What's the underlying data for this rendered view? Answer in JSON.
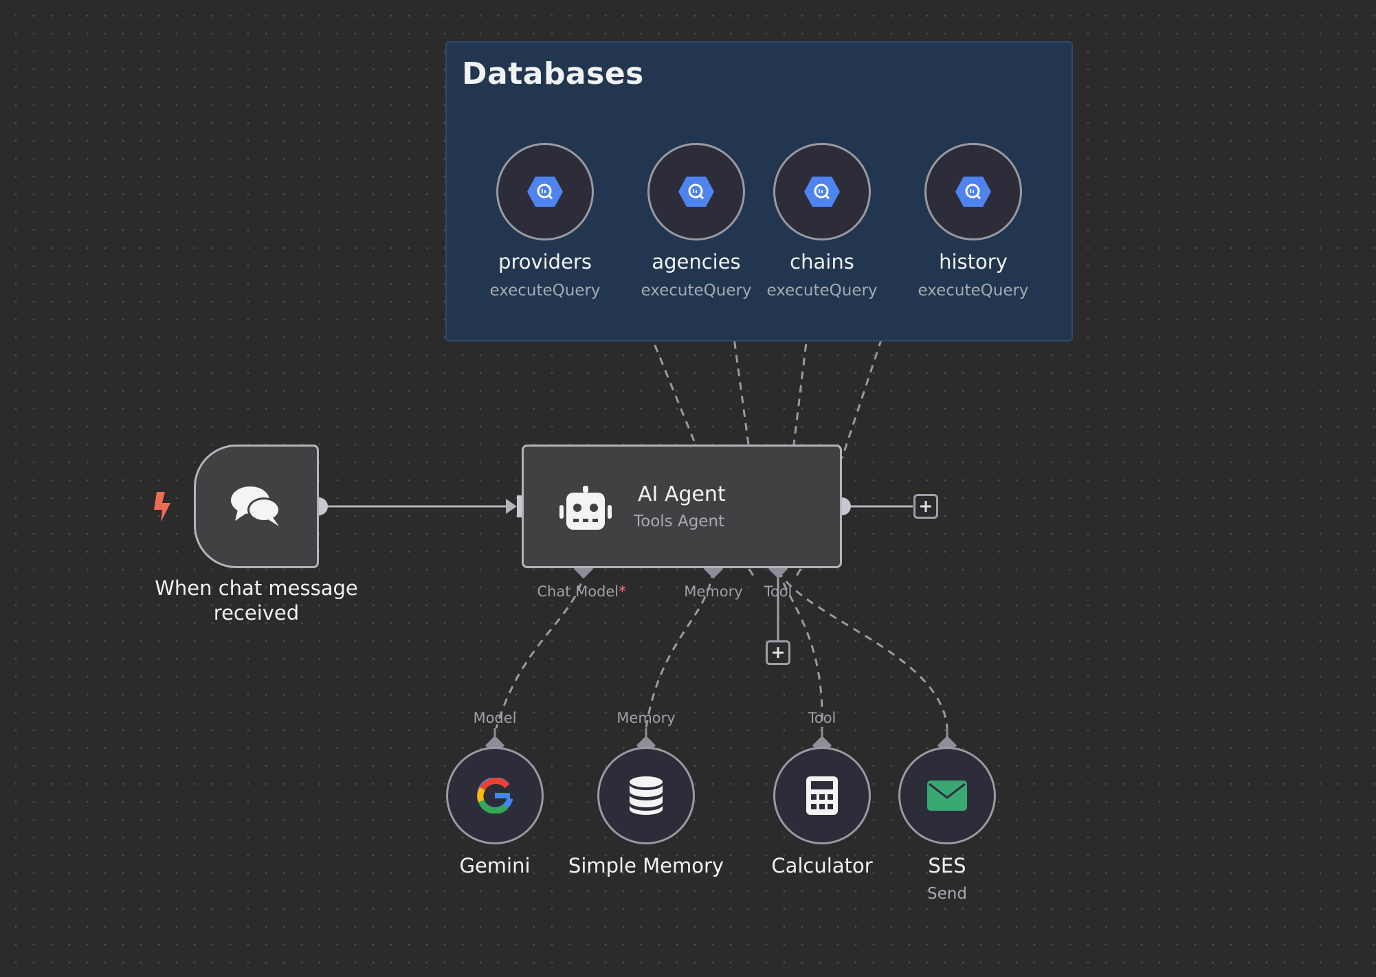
{
  "sticky": {
    "title": "Databases"
  },
  "database_nodes": [
    {
      "label": "providers",
      "sub": "executeQuery",
      "icon": "bigquery-icon"
    },
    {
      "label": "agencies",
      "sub": "executeQuery",
      "icon": "bigquery-icon"
    },
    {
      "label": "chains",
      "sub": "executeQuery",
      "icon": "bigquery-icon"
    },
    {
      "label": "history",
      "sub": "executeQuery",
      "icon": "bigquery-icon"
    }
  ],
  "trigger": {
    "label": "When chat message received",
    "icon": "chat-bubbles-icon",
    "trigger_icon": "lightning-bolt-icon"
  },
  "agent": {
    "title": "AI Agent",
    "sub": "Tools Agent",
    "icon": "robot-icon",
    "ports": {
      "chat_model": "Chat Model",
      "required_mark": "*",
      "memory": "Memory",
      "tool": "Tool"
    }
  },
  "sub_nodes": [
    {
      "label": "Gemini",
      "port": "Model",
      "icon": "google-g-icon"
    },
    {
      "label": "Simple Memory",
      "port": "Memory",
      "icon": "database-stack-icon"
    },
    {
      "label": "Calculator",
      "port": "Tool",
      "icon": "calculator-icon"
    },
    {
      "label": "SES",
      "sub": "Send",
      "port": "",
      "icon": "envelope-icon"
    }
  ],
  "colors": {
    "canvas_bg": "#2b2b2c",
    "sticky_bg": "#22364f",
    "node_bg": "#414144",
    "circle_bg": "#2d2d3a",
    "bigquery_blue": "#4f84f0",
    "ses_green": "#3aa873",
    "bolt": "#ef6b55",
    "required": "#ff6d6d"
  }
}
